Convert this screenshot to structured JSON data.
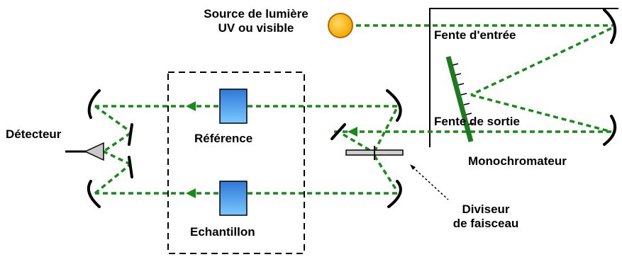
{
  "labels": {
    "source_line1": "Source de lumière",
    "source_line2": "UV ou visible",
    "entrance_slit": "Fente d'entrée",
    "exit_slit": "Fente de sortie",
    "monochromator": "Monochromateur",
    "detector": "Détecteur",
    "reference": "Référence",
    "sample": "Echantillon",
    "splitter_line1": "Diviseur",
    "splitter_line2": "de faisceau"
  },
  "colors": {
    "beam": "#1a8a1a",
    "source_fill": "#f5a800",
    "source_stroke": "#b06a00",
    "grating": "#1e7a1e",
    "cuvette_top": "#2f78d8",
    "cuvette_bottom": "#7ac8ff",
    "line": "#000000",
    "detector_fill": "#c8c8c8",
    "splitter_fill": "#cfcfcf"
  }
}
